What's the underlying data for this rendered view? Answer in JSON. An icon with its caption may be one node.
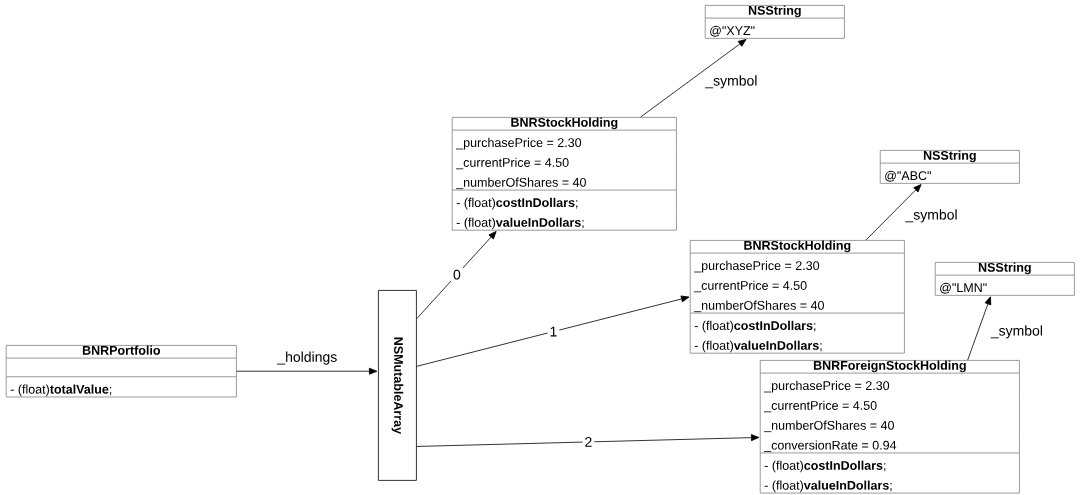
{
  "diagram": {
    "nodes": [
      {
        "text": [
          "BNRPortfolio",
          "- (float)**totalValue**;"
        ]
      },
      {
        "text": [
          "NSMutableArray"
        ]
      },
      {
        "text": [
          "BNRStockHolding",
          "_purchasePrice = 2.30",
          "_currentPrice = 4.50",
          "_numberOfShares = 40",
          "- (float)**costInDollars**;",
          "- (float)**valueInDollars**;"
        ]
      },
      {
        "text": [
          "NSString",
          "@\"XYZ\""
        ]
      },
      {
        "text": [
          "BNRStockHolding",
          "_purchasePrice = 2.30",
          "_currentPrice = 4.50",
          "_numberOfShares = 40",
          "- (float)**costInDollars**;",
          "- (float)**valueInDollars**;"
        ]
      },
      {
        "text": [
          "NSString",
          "@\"ABC\""
        ]
      },
      {
        "text": [
          "BNRForeignStockHolding",
          "_purchasePrice = 2.30",
          "_currentPrice = 4.50",
          "_numberOfShares = 40",
          "_conversionRate = 0.94",
          "- (float)**costInDollars**;",
          "- (float)**valueInDollars**;"
        ]
      },
      {
        "text": [
          "NSString",
          "@\"LMN\""
        ]
      }
    ],
    "edges": [
      {
        "from": 0,
        "to": 1,
        "arrow": "to",
        "label": "_holdings"
      },
      {
        "from": 1,
        "to": 2,
        "arrow": "to",
        "label": "0"
      },
      {
        "from": 1,
        "to": 4,
        "arrow": "to",
        "label": "1"
      },
      {
        "from": 1,
        "to": 6,
        "arrow": "to",
        "label": "2"
      },
      {
        "from": 2,
        "to": 3,
        "arrow": "to",
        "label": "_symbol"
      },
      {
        "from": 4,
        "to": 5,
        "arrow": "to",
        "label": "_symbol"
      },
      {
        "from": 6,
        "to": 7,
        "arrow": "to",
        "label": "_symbol"
      }
    ]
  }
}
